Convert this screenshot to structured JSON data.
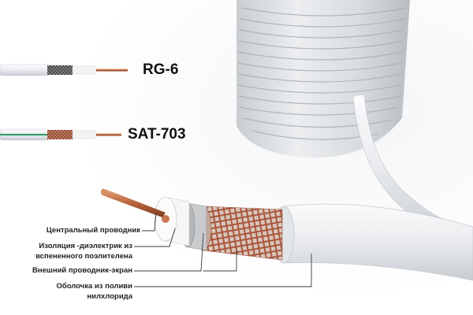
{
  "cable_types": [
    {
      "name": "RG-6"
    },
    {
      "name": "SAT-703"
    }
  ],
  "parts": [
    {
      "label": "Центральный проводник"
    },
    {
      "label": "Изоляция -диэлектрик из",
      "label2": "вспененного поэлителена"
    },
    {
      "label": "Внешний проводник-экран"
    },
    {
      "label": "Оболочка из поливи",
      "label2": "нилхлорида"
    }
  ],
  "colors": {
    "copper": "#b8643c",
    "jacket": "#eef0f2",
    "spool": "#dcdfe2",
    "leader": "#3a3a3a",
    "sat_stripe": "#2e9a63"
  }
}
